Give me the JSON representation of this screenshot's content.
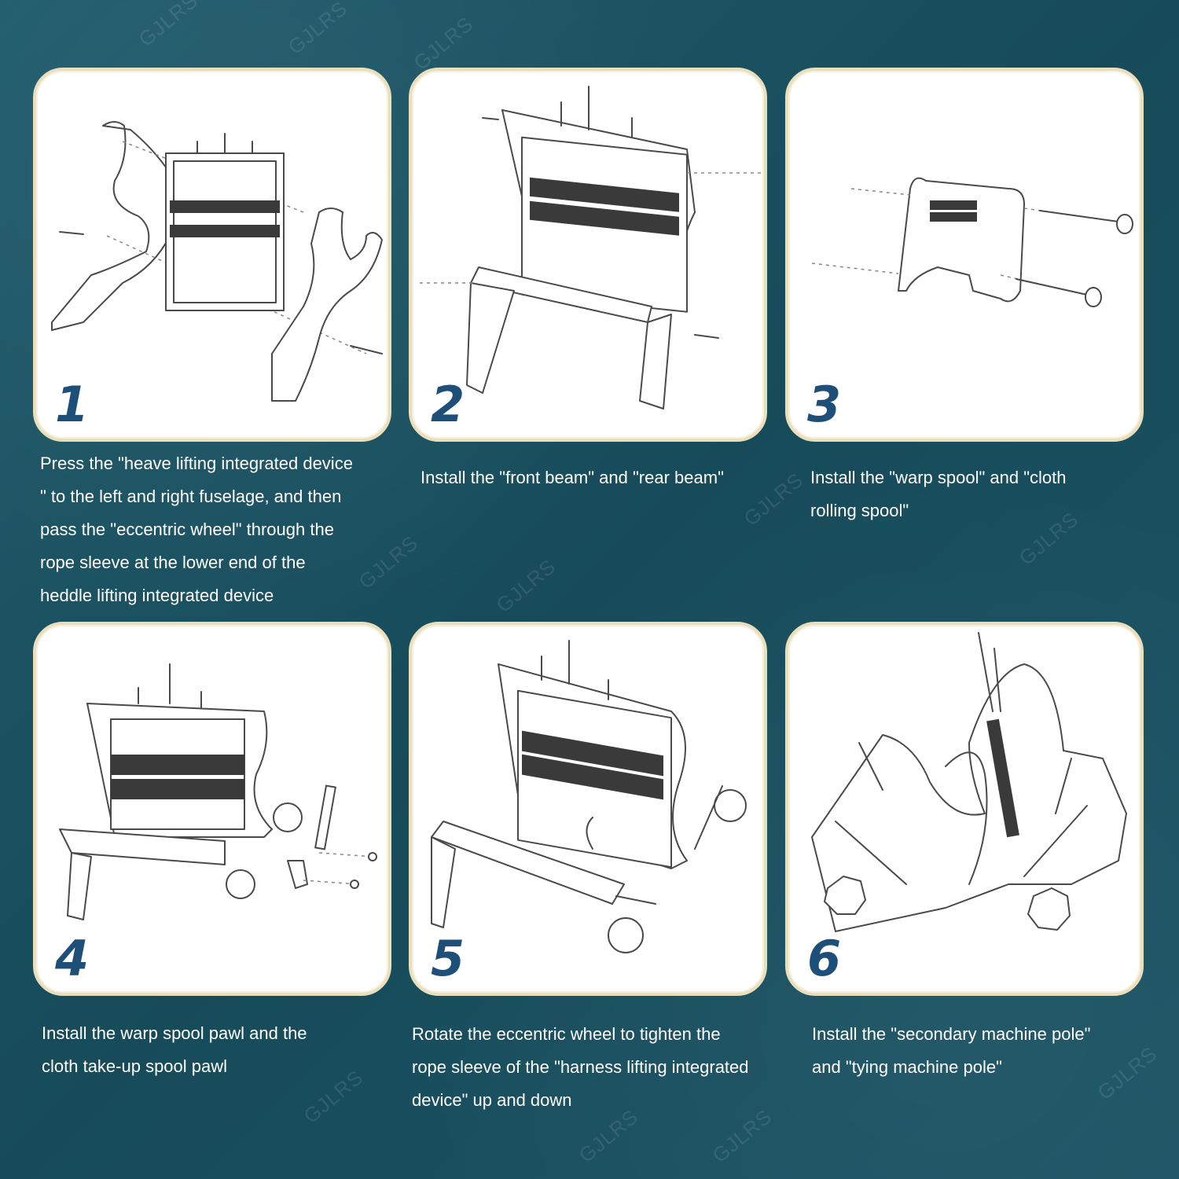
{
  "watermark": "GJLRS",
  "steps": [
    {
      "number": "1",
      "caption_lines": [
        "Press the \"heave lifting integrated device",
        "\" to the left and right fuselage, and then",
        "pass the \"eccentric wheel\" through the",
        "rope sleeve at the lower end of the",
        "heddle lifting integrated device"
      ]
    },
    {
      "number": "2",
      "caption_lines": [
        "Install the \"front beam\" and \"rear beam\""
      ]
    },
    {
      "number": "3",
      "caption_lines": [
        "Install the \"warp spool\" and \"cloth",
        "rolling spool\""
      ]
    },
    {
      "number": "4",
      "caption_lines": [
        "Install the warp spool pawl and the",
        "cloth take-up spool pawl"
      ]
    },
    {
      "number": "5",
      "caption_lines": [
        "Rotate the eccentric wheel to tighten the",
        "rope sleeve of the \"harness lifting integrated",
        "device\" up and down"
      ]
    },
    {
      "number": "6",
      "caption_lines": [
        "Install the \"secondary machine pole\"",
        "and \"tying machine pole\""
      ]
    }
  ]
}
